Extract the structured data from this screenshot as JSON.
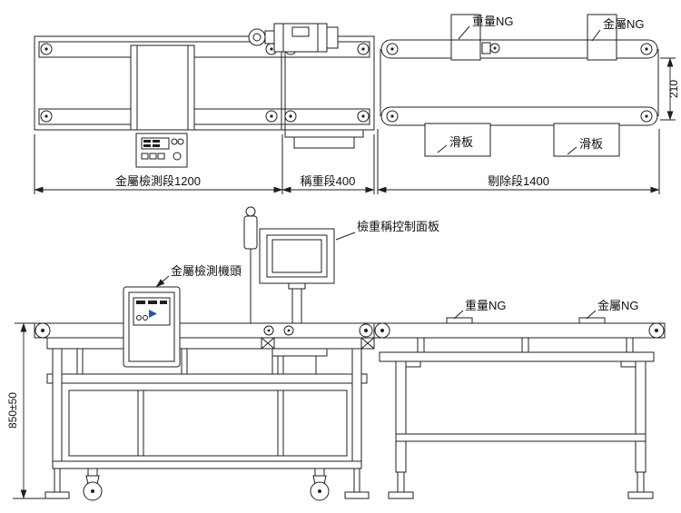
{
  "top_view": {
    "weight_ng_label": "重量NG",
    "metal_ng_label": "金屬NG",
    "slide_plate_label_1": "滑板",
    "slide_plate_label_2": "滑板",
    "belt_width_dim": "210",
    "metal_section_dim": "金屬檢測段1200",
    "weigh_section_dim": "稱重段400",
    "reject_section_dim": "剔除段1400"
  },
  "front_view": {
    "control_panel_label": "檢重稱控制面板",
    "detector_head_label": "金屬檢測機頭",
    "weight_ng_label": "重量NG",
    "metal_ng_label": "金屬NG",
    "height_dim": "850±50"
  },
  "colors": {
    "line": "#1f1f1f",
    "background": "#ffffff",
    "accent_blue": "#2a52b8"
  }
}
